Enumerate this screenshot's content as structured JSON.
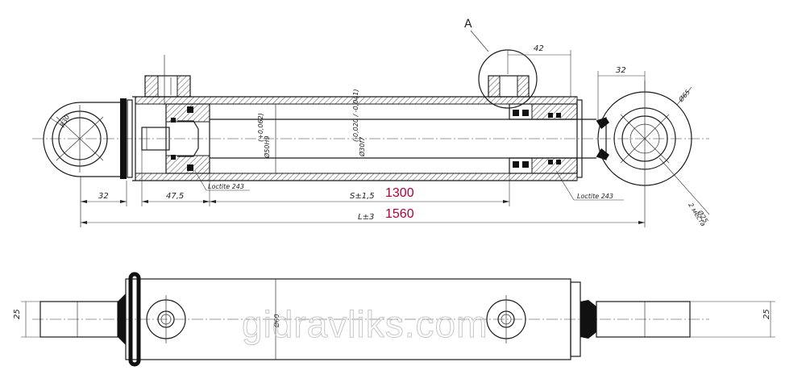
{
  "annotations": {
    "detail_label": "A",
    "dim_42": "42",
    "dim_32_right": "32",
    "dim_32_left": "32",
    "dim_47_5": "47,5",
    "dim_s": "S±1,5",
    "dim_l": "L±3",
    "stroke_value": "1300",
    "length_value": "1560",
    "loctite_left": "Loctite 243",
    "loctite_right": "Loctite 243",
    "r30": "R30",
    "d65": "Ø65",
    "d25": "Ø25",
    "places": "2 места",
    "bore": "Ø50H9",
    "bore_tol": "(+0,062)",
    "rod": "Ø30f7",
    "rod_tol": "(-0,020 / -0,041)",
    "d60": "Ø60",
    "side_25_left": "25",
    "side_25_right": "25"
  },
  "watermark": "gidravliks.com",
  "colors": {
    "line": "#1a1a1a",
    "highlight": "#b0003a",
    "watermark": "#c8c8c8"
  }
}
